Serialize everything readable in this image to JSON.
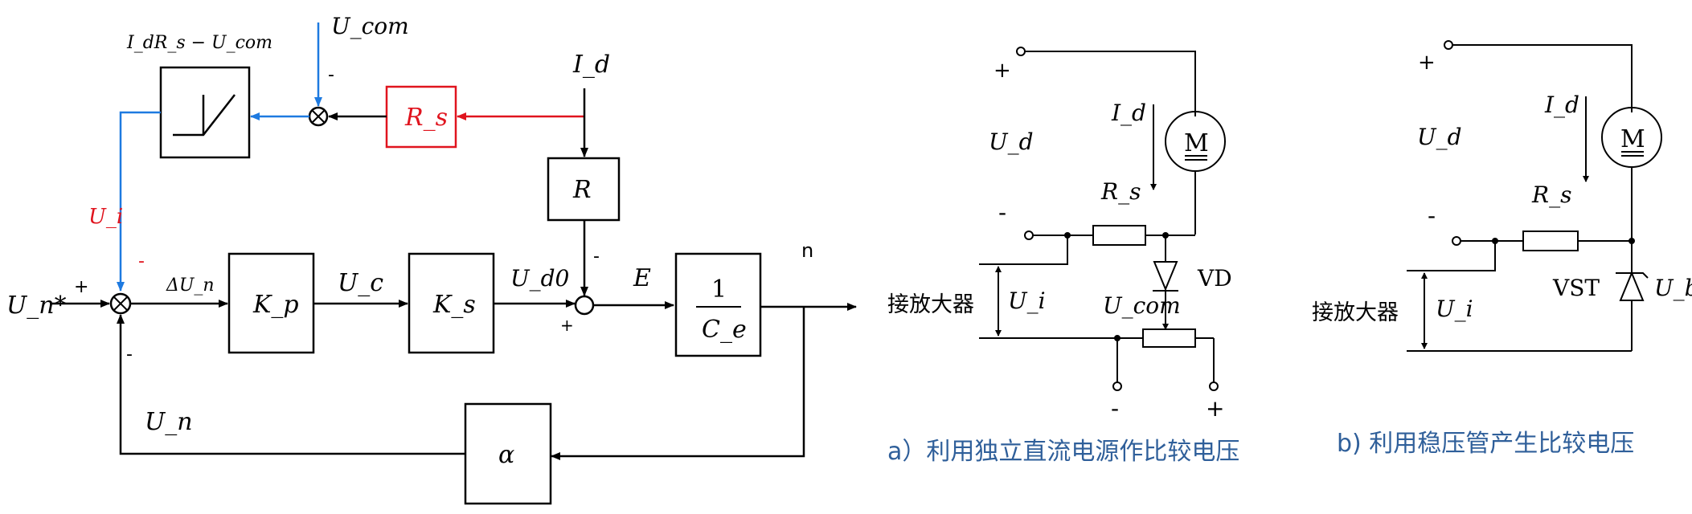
{
  "colors": {
    "feedback_blue": "#1e7ae0",
    "current_red": "#e0141e",
    "caption_blue": "#2f5f9a"
  },
  "block_diagram": {
    "nonlinear_label": "I_dR_s − U_com",
    "ucom_label": "U_com",
    "minus_sign": "-",
    "id_label": "I_d",
    "rs_label": "R_s",
    "r_label": "R",
    "ui_label": "U_i",
    "ui_sign": "-",
    "un_star_label": "U_n*",
    "plus_sign": "+",
    "delta_un_label": "ΔU_n",
    "kp_label": "K_p",
    "uc_label": "U_c",
    "ks_label": "K_s",
    "ud0_label": "U_d0",
    "r_sign": "-",
    "sum2_plus": "+",
    "e_label": "E",
    "ce_num": "1",
    "ce_den": "C_e",
    "output_label": "n",
    "un_label": "U_n",
    "fb_sign": "-",
    "alpha_label": "α"
  },
  "circuit_a": {
    "plus": "+",
    "minus": "-",
    "ud": "U_d",
    "id": "I_d",
    "motor": "M",
    "rs": "R_s",
    "vd": "VD",
    "amp": "接放大器",
    "ui": "U_i",
    "ucom": "U_com",
    "bottom_minus": "-",
    "bottom_plus": "+",
    "caption": "a）利用独立直流电源作比较电压"
  },
  "circuit_b": {
    "plus": "+",
    "minus": "-",
    "ud": "U_d",
    "id": "I_d",
    "motor": "M",
    "rs": "R_s",
    "vst": "VST",
    "ubr": "U_br",
    "amp": "接放大器",
    "ui": "U_i",
    "caption": "b) 利用稳压管产生比较电压"
  }
}
